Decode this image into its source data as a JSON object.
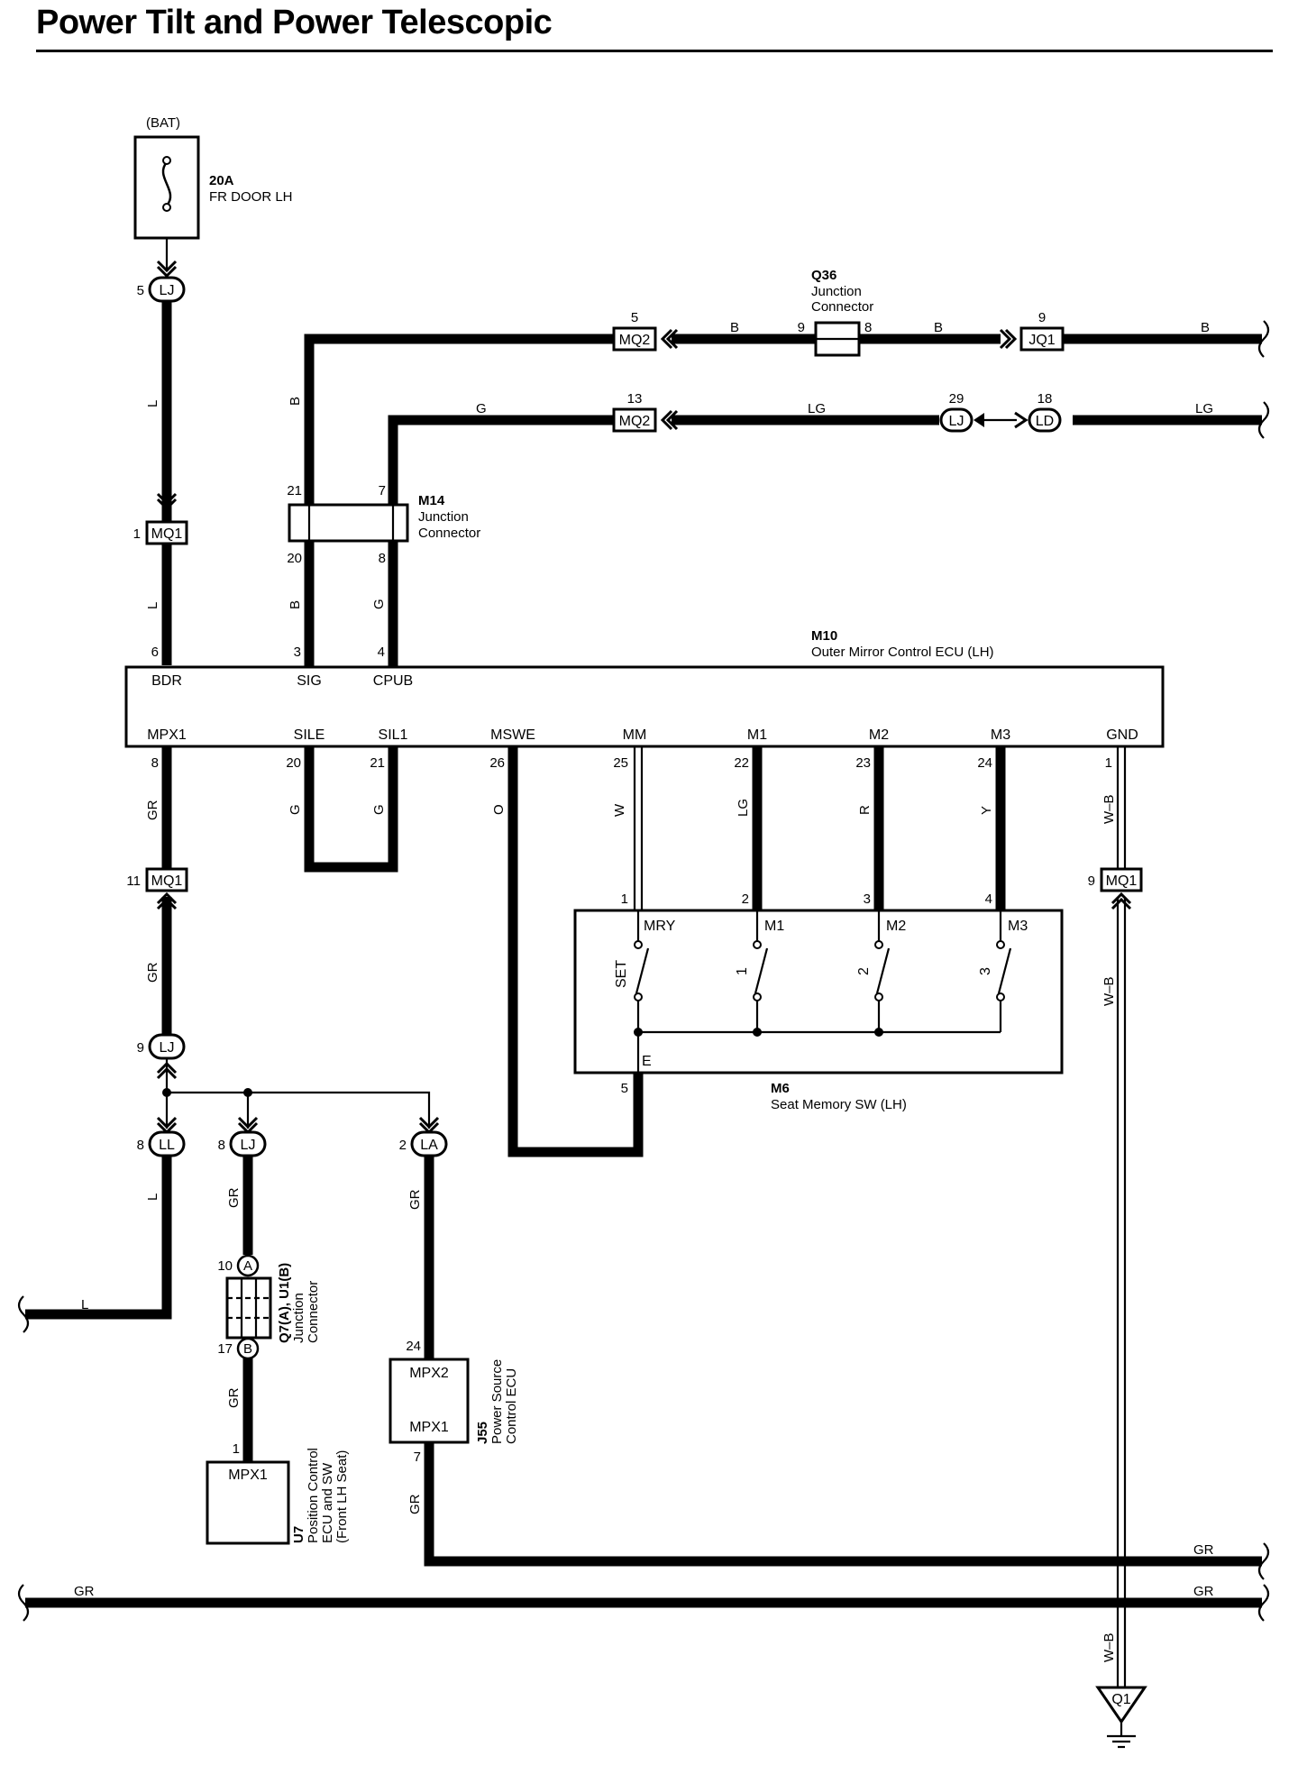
{
  "title": "Power Tilt and Power Telescopic",
  "components": {
    "fuse": {
      "source": "(BAT)",
      "rating": "20A",
      "name": "FR DOOR LH"
    },
    "q36": {
      "ref": "Q36",
      "line1": "Junction",
      "line2": "Connector"
    },
    "m14": {
      "ref": "M14",
      "line1": "Junction",
      "line2": "Connector"
    },
    "m10": {
      "ref": "M10",
      "desc": "Outer Mirror Control ECU (LH)"
    },
    "m6": {
      "ref": "M6",
      "desc": "Seat Memory SW (LH)"
    },
    "q7": {
      "ref": "Q7(A), U1(B)",
      "line1": "Junction",
      "line2": "Connector"
    },
    "u7": {
      "ref": "U7",
      "line1": "Position Control",
      "line2": "ECU and SW",
      "line3": "(Front LH Seat)"
    },
    "j55": {
      "ref": "J55",
      "line1": "Power Source",
      "line2": "Control ECU"
    },
    "ground": "Q1"
  },
  "m10_terminals": {
    "top": [
      "BDR",
      "SIG",
      "CPUB"
    ],
    "bottom": [
      "MPX1",
      "SILE",
      "SIL1",
      "MSWE",
      "MM",
      "M1",
      "M2",
      "M3",
      "GND"
    ]
  },
  "m6_terminals": {
    "contacts": [
      "MRY",
      "M1",
      "M2",
      "M3"
    ],
    "switches": [
      "SET",
      "1",
      "2",
      "3"
    ],
    "common": "E"
  },
  "u7_terminal": "MPX1",
  "j55_terminals": [
    "MPX2",
    "MPX1"
  ],
  "q7_pins": [
    "A",
    "B"
  ],
  "connectors": {
    "lj": "LJ",
    "mq1": "MQ1",
    "mq2": "MQ2",
    "jq1": "JQ1",
    "ld": "LD",
    "ll": "LL",
    "la": "LA"
  },
  "pins": {
    "lj_top": "5",
    "mq1_top": "1",
    "bdr": "6",
    "sig": "3",
    "cpub": "4",
    "m14_21": "21",
    "m14_7": "7",
    "m14_20": "20",
    "m14_8": "8",
    "mq2_b": "5",
    "mq2_g": "13",
    "q36_9": "9",
    "q36_8": "8",
    "jq1": "9",
    "lj_29": "29",
    "ld_18": "18",
    "mpx1": "8",
    "sile": "20",
    "sil1": "21",
    "mswe": "26",
    "mm": "25",
    "m1": "22",
    "m2": "23",
    "m3": "24",
    "gnd": "1",
    "mq1_11": "11",
    "mq1_9": "9",
    "lj_9": "9",
    "ll_8": "8",
    "lj_8": "8",
    "la_2": "2",
    "m6_1": "1",
    "m6_2": "2",
    "m6_3": "3",
    "m6_4": "4",
    "m6_5": "5",
    "q7_10": "10",
    "q7_17": "17",
    "u7_1": "1",
    "j55_24": "24",
    "j55_7": "7"
  },
  "wire_colors": {
    "L": "L",
    "B": "B",
    "G": "G",
    "LG": "LG",
    "GR": "GR",
    "O": "O",
    "W": "W",
    "R": "R",
    "Y": "Y",
    "WB": "W–B"
  }
}
